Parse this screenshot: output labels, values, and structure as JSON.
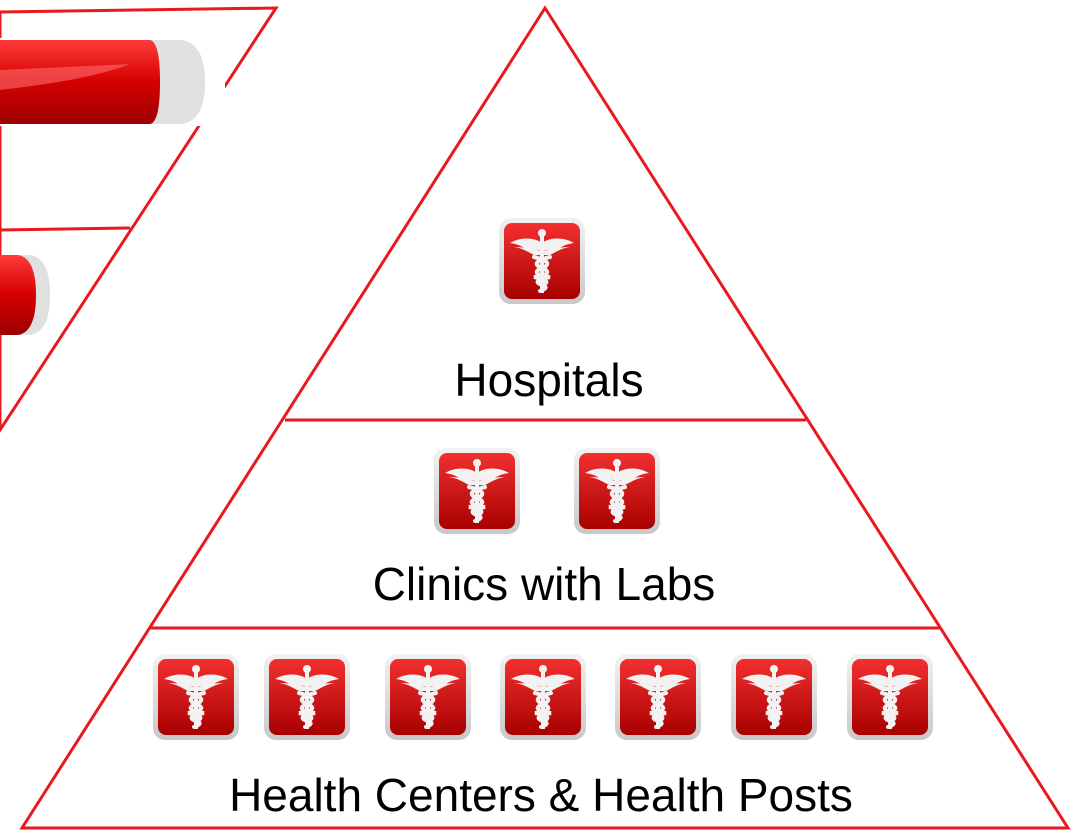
{
  "colors": {
    "outline": "#e8191f",
    "icon_red_top": "#ee1c1c",
    "icon_red_bottom": "#a80000",
    "icon_frame": "#d9d9d9",
    "icon_glyph": "#f2f2f2"
  },
  "pyramid": {
    "tiers": [
      {
        "label": "Hospitals",
        "icon_count": 1,
        "icon": "caduceus-icon"
      },
      {
        "label": "Clinics with Labs",
        "icon_count": 2,
        "icon": "caduceus-icon"
      },
      {
        "label": "Health Centers & Health Posts",
        "icon_count": 7,
        "icon": "caduceus-icon"
      }
    ]
  }
}
